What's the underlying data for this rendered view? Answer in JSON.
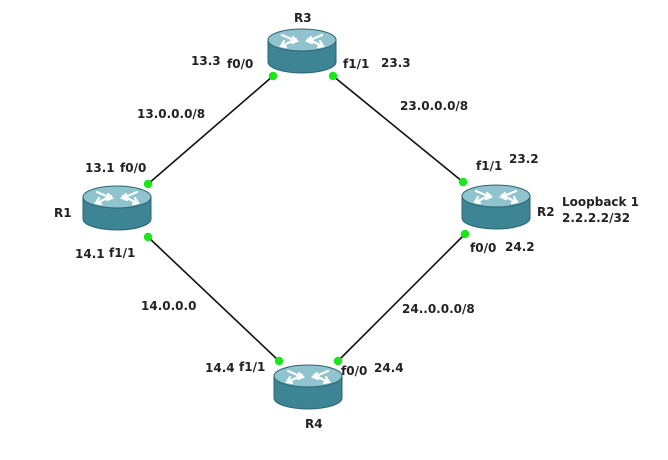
{
  "routers": {
    "r1": {
      "name": "R1"
    },
    "r2": {
      "name": "R2",
      "loopback_name": "Loopback 1",
      "loopback_addr": "2.2.2.2/32"
    },
    "r3": {
      "name": "R3"
    },
    "r4": {
      "name": "R4"
    }
  },
  "networks": {
    "r1_r3": "13.0.0.0/8",
    "r3_r2": "23.0.0.0/8",
    "r1_r4": "14.0.0.0",
    "r4_r2": "24..0.0.0/8"
  },
  "interfaces": {
    "r3_f00": {
      "ip": "13.3",
      "port": "f0/0"
    },
    "r3_f11": {
      "ip": "23.3",
      "port": "f1/1"
    },
    "r1_f00": {
      "ip": "13.1",
      "port": "f0/0"
    },
    "r1_f11": {
      "ip": "14.1",
      "port": "f1/1"
    },
    "r2_f11": {
      "ip": "23.2",
      "port": "f1/1"
    },
    "r2_f00": {
      "ip": "24.2",
      "port": "f0/0"
    },
    "r4_f11": {
      "ip": "14.4",
      "port": "f1/1"
    },
    "r4_f00": {
      "ip": "24.4",
      "port": "f0/0"
    }
  },
  "colors": {
    "router_top": "#8fc4cf",
    "router_body": "#3d8594",
    "port_dot": "#18e818",
    "link": "#111111"
  }
}
